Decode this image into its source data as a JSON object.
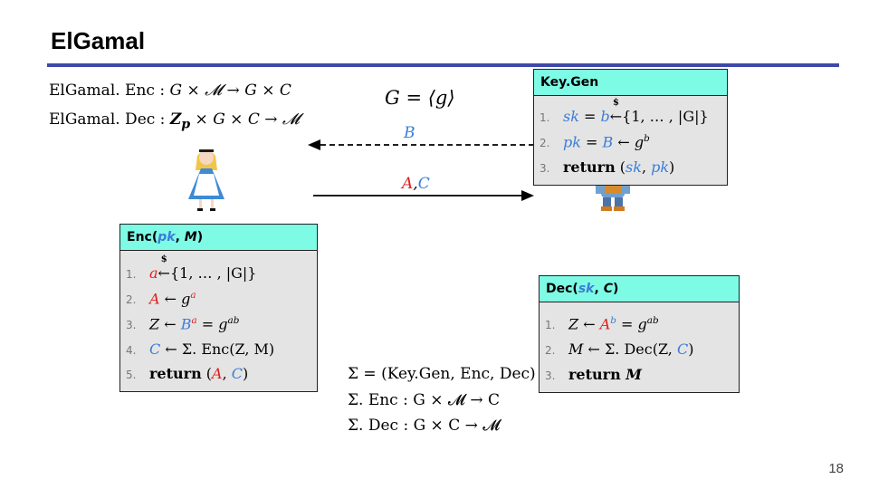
{
  "title": "ElGamal",
  "page_number": "18",
  "scheme_types": {
    "enc": {
      "name": "ElGamal. Enc :",
      "domain": "G × 𝓜 → G × C"
    },
    "dec": {
      "name": "ElGamal. Dec :",
      "zp": "Z",
      "zp_sub": "p",
      "domain": "× G × C → 𝓜"
    }
  },
  "group_def": "G = ⟨g⟩",
  "arrows": {
    "to_alice_label": "B",
    "to_bob_label_a": "A",
    "to_bob_label_sep": ",",
    "to_bob_label_c": "C"
  },
  "keygen": {
    "header": "Key.Gen",
    "lines": [
      {
        "num": "1.",
        "lhs": "sk",
        "op": " = ",
        "var": "b",
        "arrow": " ← ",
        "rhs": "{1, … , |G|}",
        "dollar": "$"
      },
      {
        "num": "2.",
        "lhs": "pk",
        "op": " = ",
        "var": "B",
        "arrow": " ← ",
        "rhs": "g",
        "sup": "b"
      },
      {
        "num": "3.",
        "kw": "return",
        "paren_open": " (",
        "a": "sk",
        "sep": ", ",
        "b": "pk",
        "paren_close": ")"
      }
    ]
  },
  "enc_box": {
    "header_pre": "Enc(",
    "header_pk": "pk",
    "header_sep": ", ",
    "header_m": "M",
    "header_post": ")",
    "lines": [
      {
        "num": "1.",
        "var": "a",
        "arrow": " ← ",
        "rhs": "{1, … , |G|}",
        "dollar": "$"
      },
      {
        "num": "2.",
        "var": "A",
        "arrow": " ← ",
        "rhs": "g",
        "sup": "a"
      },
      {
        "num": "3.",
        "lhs": "Z",
        "arrow": " ← ",
        "base": "B",
        "sup": "a",
        "eq": " = ",
        "g": "g",
        "sup2": "ab"
      },
      {
        "num": "4.",
        "var": "C",
        "arrow": " ← ",
        "rhs": "Σ. Enc(Z, M)"
      },
      {
        "num": "5.",
        "kw": "return",
        "paren_open": " (",
        "a": "A",
        "sep": ", ",
        "c": "C",
        "paren_close": ")"
      }
    ]
  },
  "dec_box": {
    "header_pre": "Dec(",
    "header_sk": "sk",
    "header_sep": ", ",
    "header_c": "C",
    "header_post": ")",
    "lines": [
      {
        "num": "1.",
        "lhs": "Z",
        "arrow": " ← ",
        "base": "A",
        "sup": "b",
        "eq": " = ",
        "g": "g",
        "sup2": "ab"
      },
      {
        "num": "2.",
        "lhs": "M",
        "arrow": " ← ",
        "rhs": "Σ. Dec(Z, ",
        "c": "C",
        "close": ")"
      },
      {
        "num": "3.",
        "kw": "return",
        "rhs": " M"
      }
    ]
  },
  "sigma": {
    "def": "Σ = (Key.Gen, Enc, Dec)",
    "enc": "Σ. Enc : G × 𝓜 → C",
    "dec": "Σ. Dec : G × C → 𝓜"
  },
  "colors": {
    "accent_rule": "#3f48a8",
    "box_header": "#7efbe5",
    "red": "#e0201c",
    "blue": "#3b7dd8"
  },
  "icons": {
    "alice": "alice-figure-icon",
    "bob": "bob-builder-figure-icon"
  }
}
